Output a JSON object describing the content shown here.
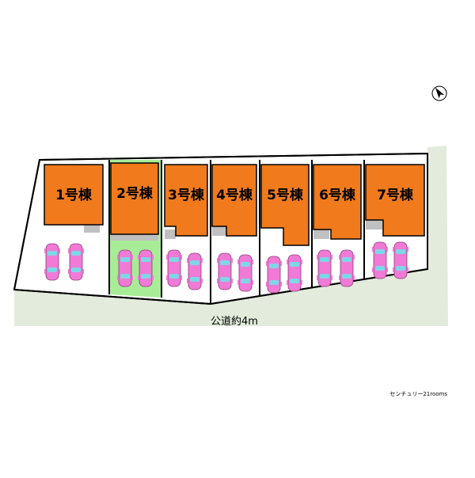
{
  "site_plan": {
    "lots": [
      {
        "label": "1号棟",
        "highlighted": false
      },
      {
        "label": "2号棟",
        "highlighted": true
      },
      {
        "label": "3号棟",
        "highlighted": false
      },
      {
        "label": "4号棟",
        "highlighted": false
      },
      {
        "label": "5号棟",
        "highlighted": false
      },
      {
        "label": "6号棟",
        "highlighted": false
      },
      {
        "label": "7号棟",
        "highlighted": false
      }
    ],
    "road_label": "公道約4m",
    "credit": "センチュリー21rooms"
  },
  "colors": {
    "house": "#f07a1c",
    "highlight_lot": "#a8ec98",
    "road": "#e3ebdc",
    "car_body": "#f07ad6",
    "car_window": "#7fd6e6",
    "outline": "#000000",
    "gray_block": "#c0c0c0"
  },
  "icons": {
    "north_arrow": "north-arrow-icon",
    "car": "parked-car-icon"
  }
}
